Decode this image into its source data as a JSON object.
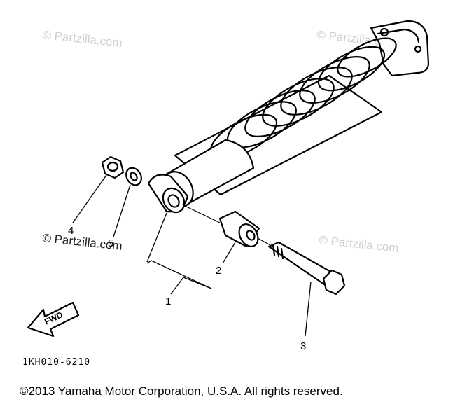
{
  "watermarks": [
    {
      "text": "© Partzilla.com"
    },
    {
      "text": "© Partzilla.com"
    },
    {
      "text": "© Partzilla.com"
    },
    {
      "text": "© Partzilla.com"
    }
  ],
  "callouts": [
    {
      "number": "1",
      "part": "rear shock absorber assembly"
    },
    {
      "number": "2",
      "part": "bushing"
    },
    {
      "number": "3",
      "part": "bolt"
    },
    {
      "number": "4",
      "part": "nut"
    },
    {
      "number": "5",
      "part": "washer"
    }
  ],
  "direction_tag": "FWD",
  "diagram_code": "1KH010-6210",
  "copyright": "©2013  Yamaha Motor Corporation, U.S.A. All rights reserved.",
  "colors": {
    "line": "#000000",
    "background": "#ffffff",
    "watermark": "#cfcfcf"
  }
}
